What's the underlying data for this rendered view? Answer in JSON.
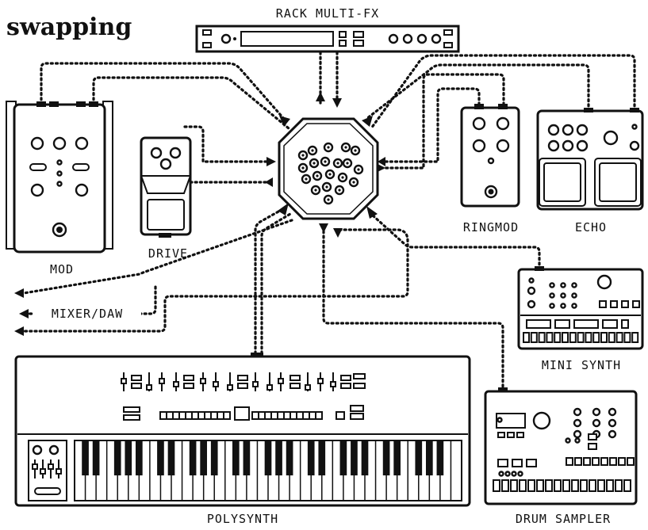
{
  "title": "swapping",
  "devices": {
    "rack": "RACK MULTI-FX",
    "mod": "MOD",
    "drive": "DRIVE",
    "ringmod": "RINGMOD",
    "echo": "ECHO",
    "mixer": "MIXER/DAW",
    "mini_synth": "MINI SYNTH",
    "polysynth": "POLYSYNTH",
    "drum_sampler": "DRUM SAMPLER"
  },
  "colors": {
    "ink": "#111111",
    "paper": "#ffffff"
  }
}
